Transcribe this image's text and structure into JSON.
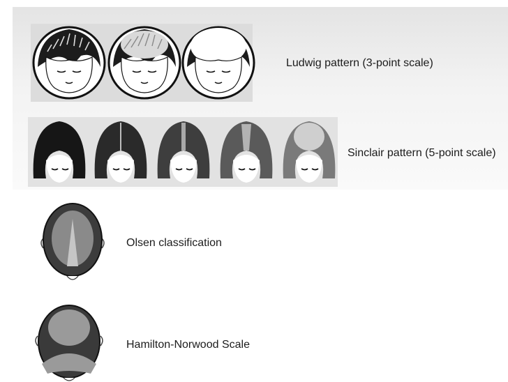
{
  "diagram": {
    "rows": [
      {
        "label": "Ludwig pattern (3-point scale)",
        "stages": 3
      },
      {
        "label": "Sinclair pattern (5-point scale)",
        "stages": 5
      },
      {
        "label": "Olsen classification",
        "stages": 1
      },
      {
        "label": "Hamilton-Norwood Scale",
        "stages": 1
      }
    ]
  }
}
